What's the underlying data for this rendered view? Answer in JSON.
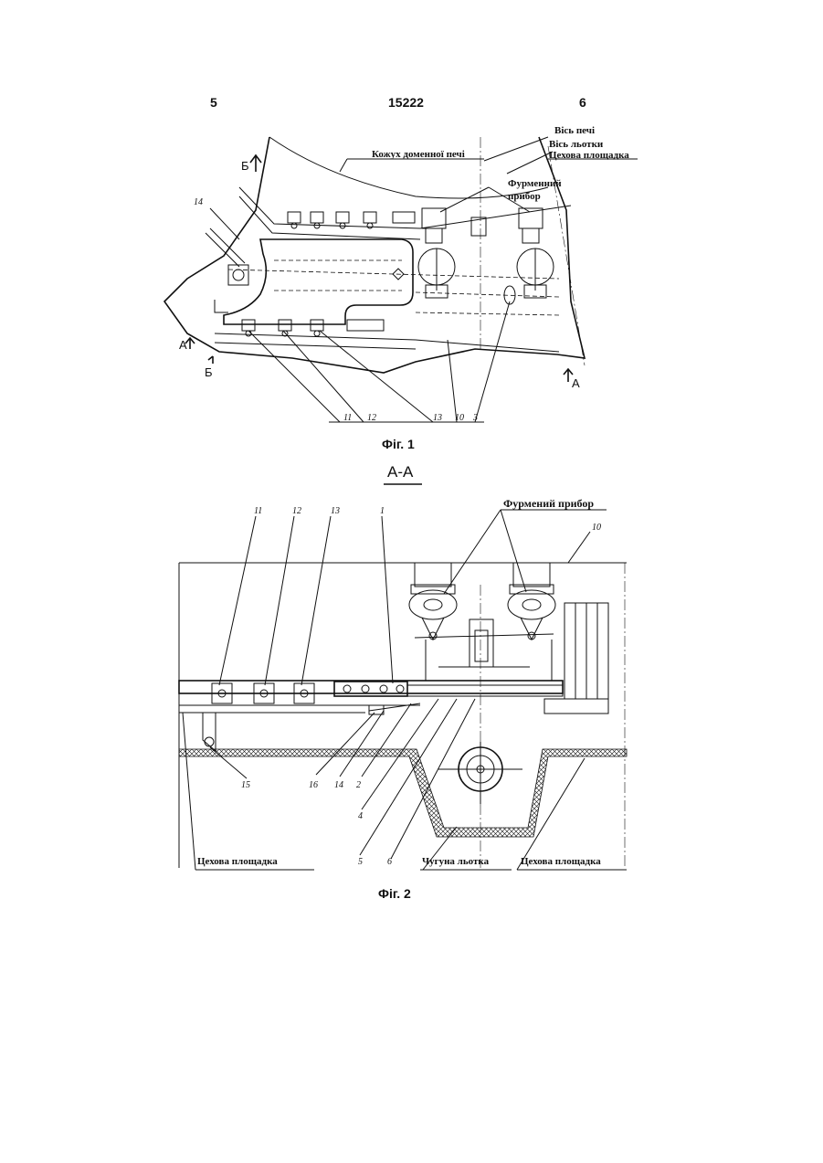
{
  "header": {
    "left_page": "5",
    "patent_number": "15222",
    "right_page": "6"
  },
  "figure1": {
    "caption": "Фіг. 1",
    "labels": {
      "furnace_axis": "Вісь печі",
      "taphole_axis": "Вісь льотки",
      "shop_floor": "Цехова площадка",
      "furnace_shell": "Кожух доменної печі",
      "tuyere_line1": "Фурменний",
      "tuyere_line2": "прибор",
      "section_b_top": "Б",
      "section_b_bottom": "Б",
      "section_a_left": "А",
      "section_a_right": "А"
    },
    "callouts": [
      "14",
      "11",
      "12",
      "13",
      "10",
      "3"
    ]
  },
  "figure2": {
    "section_title": "А-А",
    "caption": "Фіг. 2",
    "labels": {
      "tuyere": "Фурмений прибор",
      "shop_floor_left": "Цехова площадка",
      "iron_trough": "Чугуна льотка",
      "shop_floor_right": "Цехова площадка"
    },
    "callouts": [
      "11",
      "12",
      "13",
      "1",
      "10",
      "15",
      "16",
      "14",
      "2",
      "4",
      "5",
      "6"
    ]
  }
}
